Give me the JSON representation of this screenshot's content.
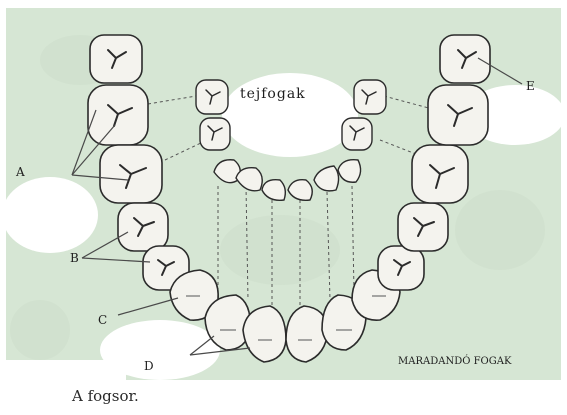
{
  "labels": {
    "primary_teeth": "tejfogak",
    "permanent_teeth": "MARADANDÓ FOGAK",
    "A": "A",
    "B": "B",
    "C": "C",
    "D": "D",
    "E": "E"
  },
  "caption": "A fogsor.",
  "colors": {
    "background_panel": "#d6e6d4",
    "page": "#ffffff",
    "tooth_fill": "#f4f3ee",
    "tooth_outline": "#2b2b2b",
    "leader_line": "#4a4a4a"
  }
}
